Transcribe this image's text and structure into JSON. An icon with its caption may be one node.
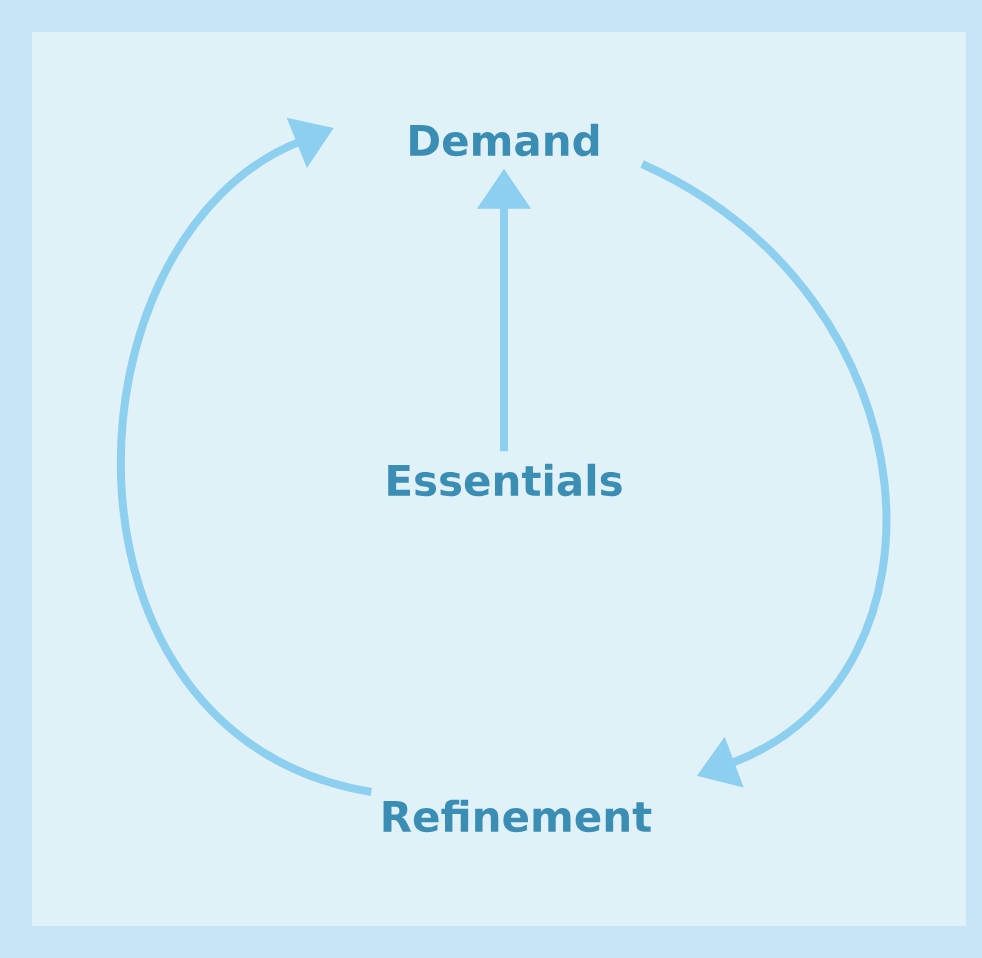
{
  "diagram": {
    "nodes": [
      {
        "text": [
          "Demand"
        ]
      },
      {
        "text": [
          "Essentials"
        ]
      },
      {
        "text": [
          "Refinement"
        ]
      }
    ],
    "edges": [
      {
        "from": 1,
        "to": 0,
        "arrow": "to"
      },
      {
        "from": 0,
        "to": 2,
        "arrow": "to"
      },
      {
        "from": 2,
        "to": 0,
        "arrow": "to"
      }
    ]
  }
}
